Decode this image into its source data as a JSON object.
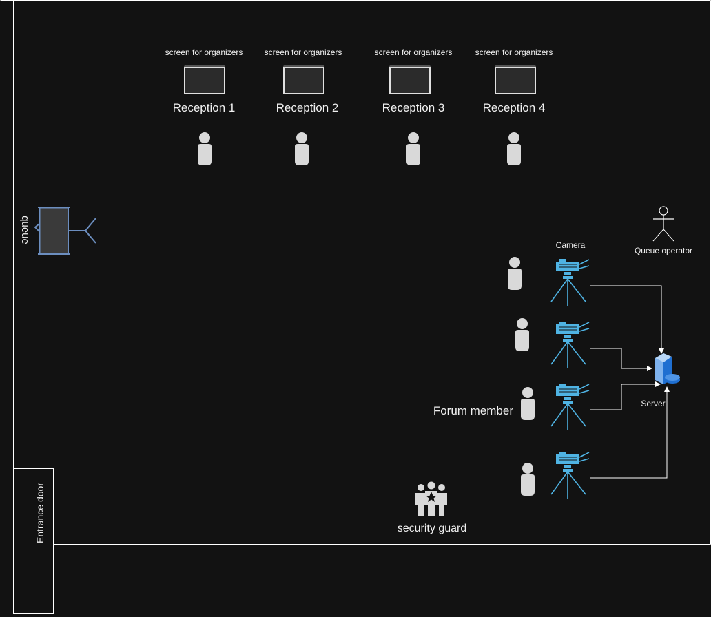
{
  "receptions": [
    {
      "screen_label": "screen for organizers",
      "label": "Reception 1"
    },
    {
      "screen_label": "screen for organizers",
      "label": "Reception 2"
    },
    {
      "screen_label": "screen for organizers",
      "label": "Reception 3"
    },
    {
      "screen_label": "screen for organizers",
      "label": "Reception 4"
    }
  ],
  "queue_label": "queue",
  "camera_label": "Camera",
  "queue_operator_label": "Queue operator",
  "server_label": "Server",
  "forum_member_label": "Forum member",
  "security_guard_label": "security guard",
  "entrance_door_label": "Entrance door",
  "colors": {
    "background": "#121212",
    "wall": "#ffffff",
    "person": "#d9d9d9",
    "camera": "#4fb3e3",
    "screen_fill": "#2b2b2b",
    "queue_barrier": "#6c8ebf",
    "server": "#1f6fd1"
  }
}
